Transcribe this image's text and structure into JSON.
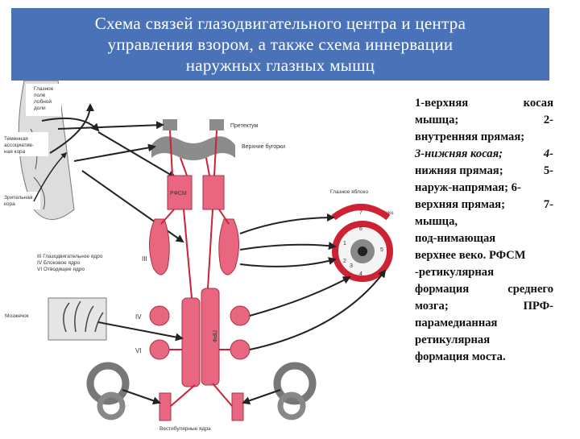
{
  "title": {
    "line1": "Схема связей глазодвигательного центра и центра",
    "line2": "управления взором, а также схема иннервации",
    "line3": "наружных глазных мышц"
  },
  "figure_labels": {
    "field1": [
      "Глазное",
      "поле",
      "лобной",
      "доли"
    ],
    "field2": [
      "Теменная",
      "ассоциатив-",
      "ная кора"
    ],
    "field3": [
      "Зрительная",
      "кора"
    ],
    "pretectum": "Претектум",
    "tubercles": "Верхние бугорки",
    "rfsm": "РФСМ",
    "prf": "ПРФ",
    "eyeball": "Глазное яблоко",
    "eyelid": "Веко",
    "nuclei": [
      "III  Глазодвигательное ядро",
      "IV  Блоковое ядро",
      "VI  Отводящее ядро"
    ],
    "cerebellum": "Мозжечок",
    "vestibular": "Вестибулярные ядра",
    "roman": [
      "III",
      "IV",
      "VI"
    ],
    "muscle_numbers": [
      "1",
      "2",
      "3",
      "4",
      "5",
      "6",
      "7"
    ]
  },
  "legend": {
    "r1a": "1-верхняя",
    "r1b": "косая",
    "r2a": "мышца;",
    "r2b": "2-",
    "r3": "внутренняя прямая;",
    "r4a": "3-нижняя косая;",
    "r4b": "4-",
    "r5a": "нижняя прямая;",
    "r5b": "5-",
    "r6": "наруж-напрямая; 6-",
    "r7a": "верхняя прямая;",
    "r7b": "7-",
    "r8": "мышца,",
    "r9": "под-нимающая",
    "r10": "верхнее веко. РФСМ",
    "r11": "-ретикулярная",
    "r12a": "формация",
    "r12b": "среднего",
    "r13a": "мозга;",
    "r13b": "ПРФ-",
    "r14": "парамедианная",
    "r15": "ретикулярная",
    "r16": "формация моста."
  },
  "colors": {
    "title_bg": "#4a72b8",
    "pink": "#e8667f",
    "red": "#cc2233",
    "gray": "#8c8c8c"
  }
}
